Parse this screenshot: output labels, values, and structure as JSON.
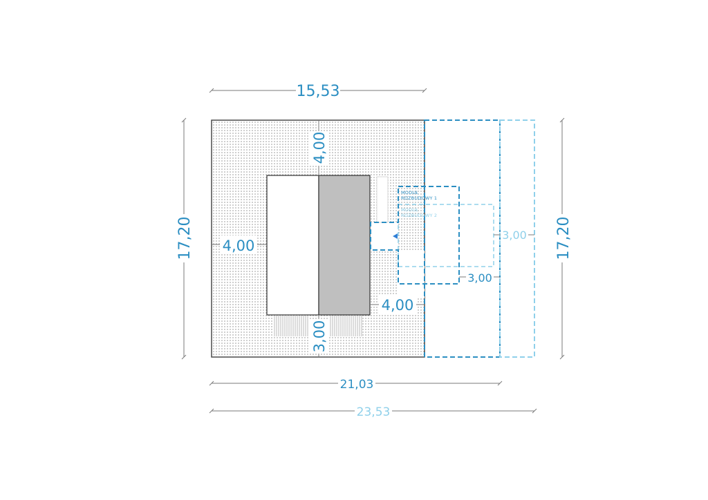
{
  "colors": {
    "plot_line": "#4a4a4a",
    "dot_fill": "#555555",
    "house_gray": "#bfbfbf",
    "dim_line": "#7a7a7a",
    "blue_dark": "#2b8ec2",
    "blue_light": "#8fd0ea",
    "marker_blue": "#2f7fd6"
  },
  "dimensions": {
    "top_width": "15,53",
    "left_height": "17,20",
    "right_height": "17,20",
    "bottom_width_1": "21,03",
    "bottom_width_2": "23,53",
    "front_setback": "4,00",
    "side_setback_left": "4,00",
    "side_setback_right": "4,00",
    "rear_setback": "3,00",
    "ext_side": "3,00",
    "ext_depth": "3,00"
  },
  "modules": {
    "module_1": {
      "line1": "MODUŁ",
      "line2": "ROZBUDOWY 1"
    },
    "module_2": {
      "line1": "MODUŁ",
      "line2": "ROZBUDOWY 2"
    }
  }
}
